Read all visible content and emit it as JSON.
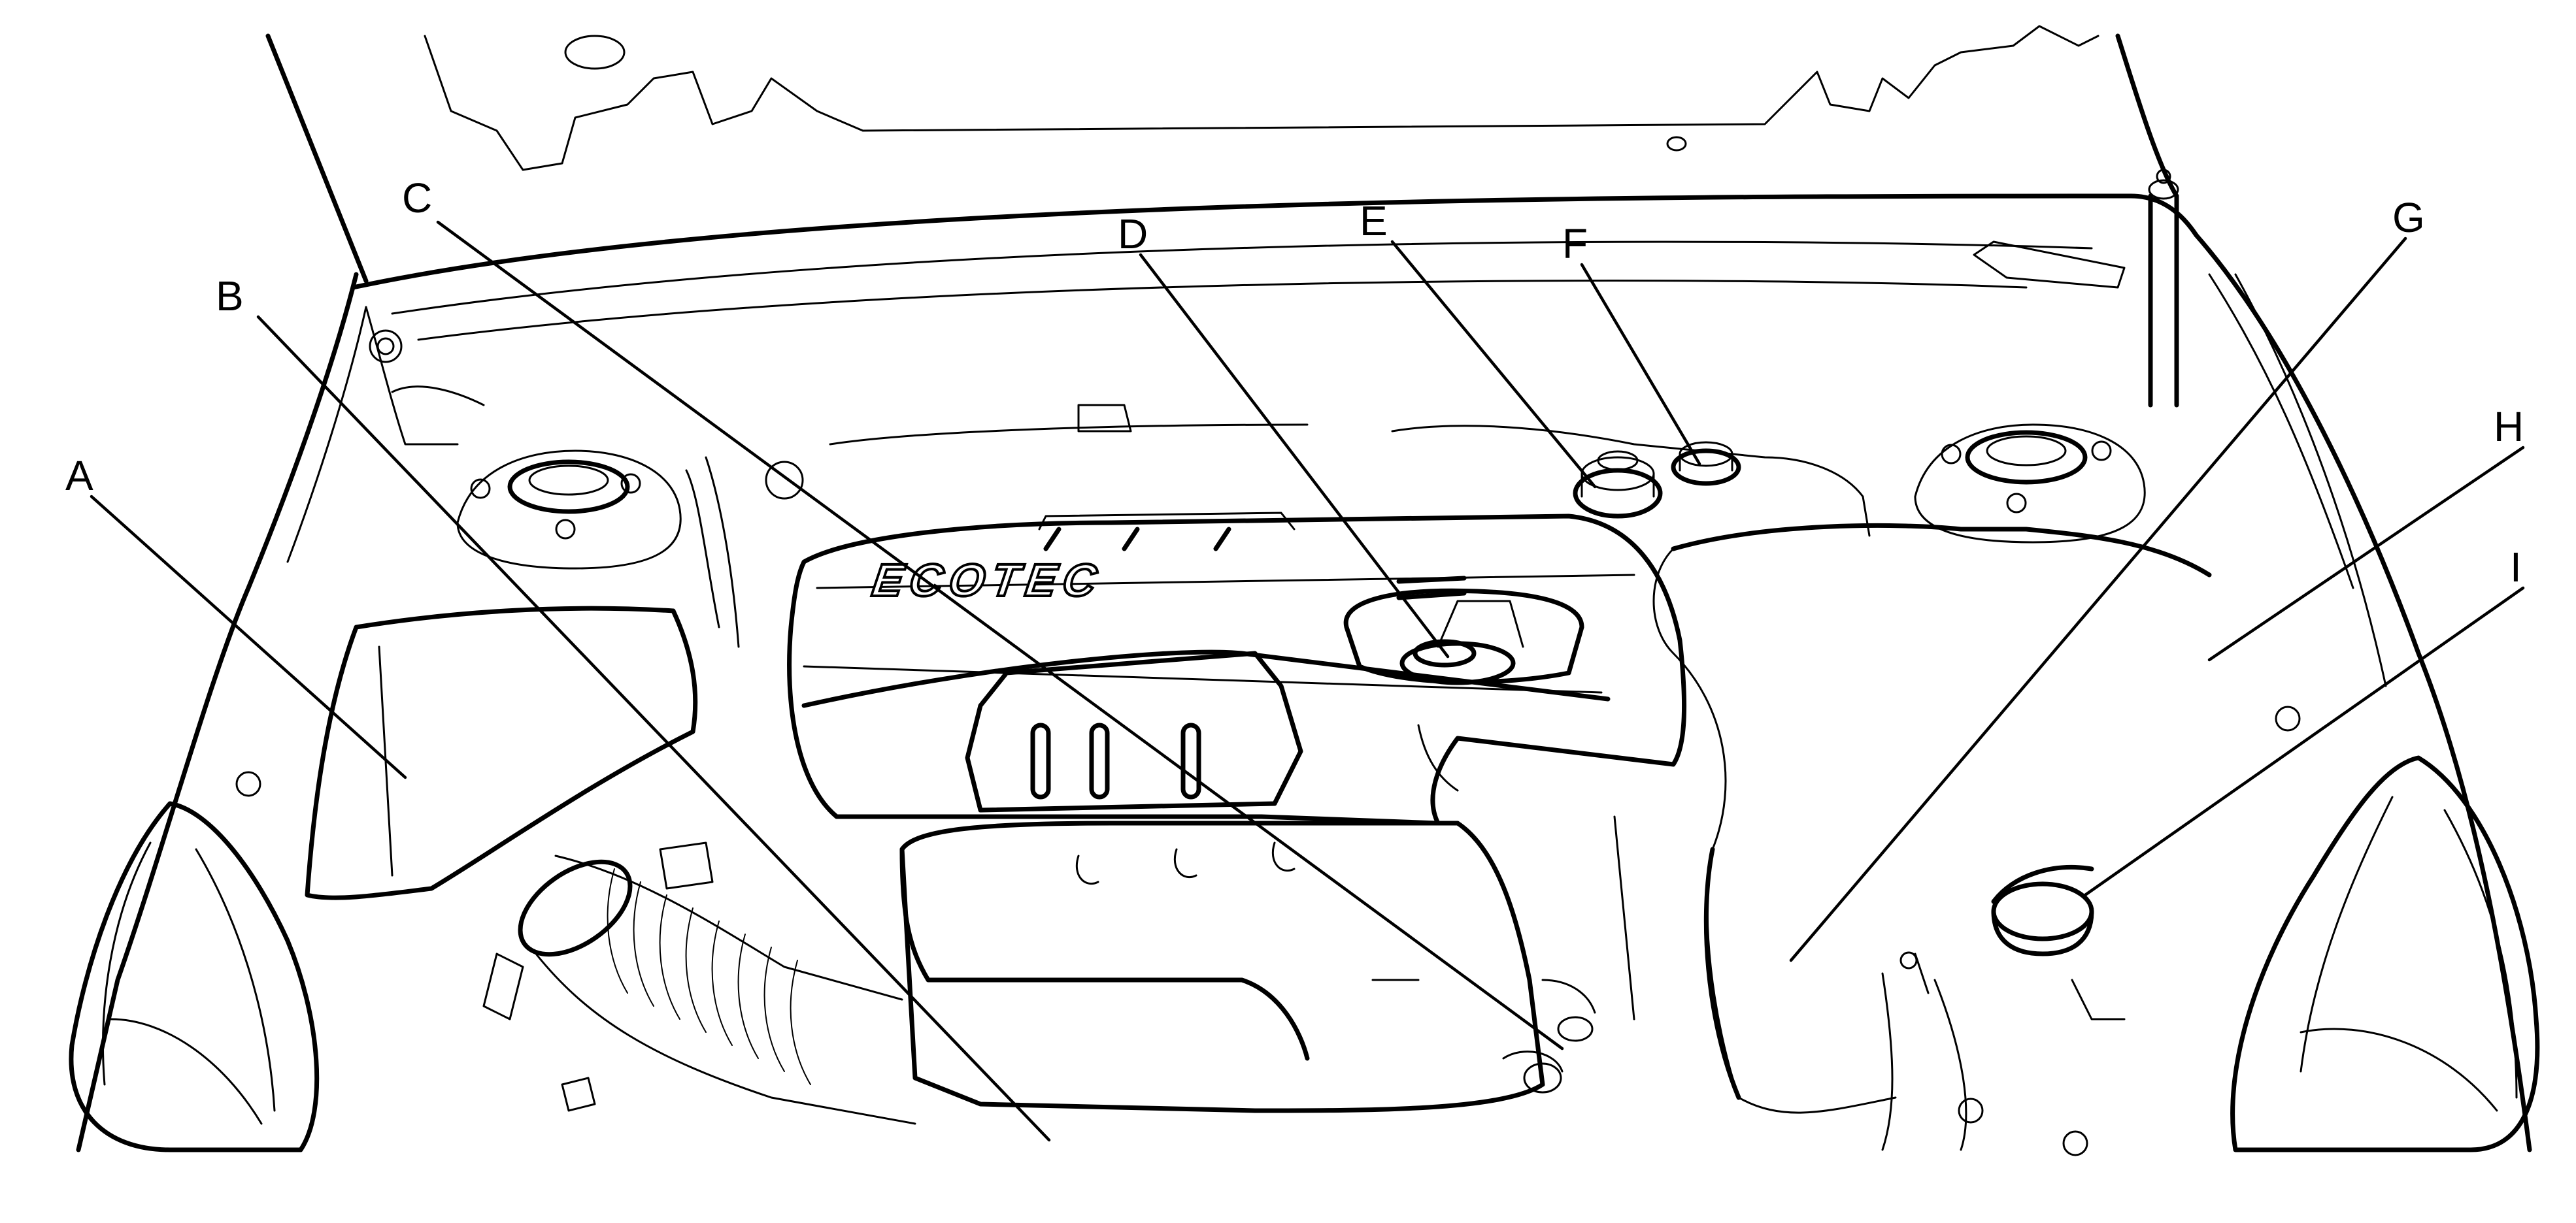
{
  "diagram": {
    "engine_cover_text": "ECOTEC",
    "callouts": [
      {
        "id": "A",
        "label": "A"
      },
      {
        "id": "B",
        "label": "B"
      },
      {
        "id": "C",
        "label": "C"
      },
      {
        "id": "D",
        "label": "D"
      },
      {
        "id": "E",
        "label": "E"
      },
      {
        "id": "F",
        "label": "F"
      },
      {
        "id": "G",
        "label": "G"
      },
      {
        "id": "H",
        "label": "H"
      },
      {
        "id": "I",
        "label": "I"
      }
    ]
  }
}
